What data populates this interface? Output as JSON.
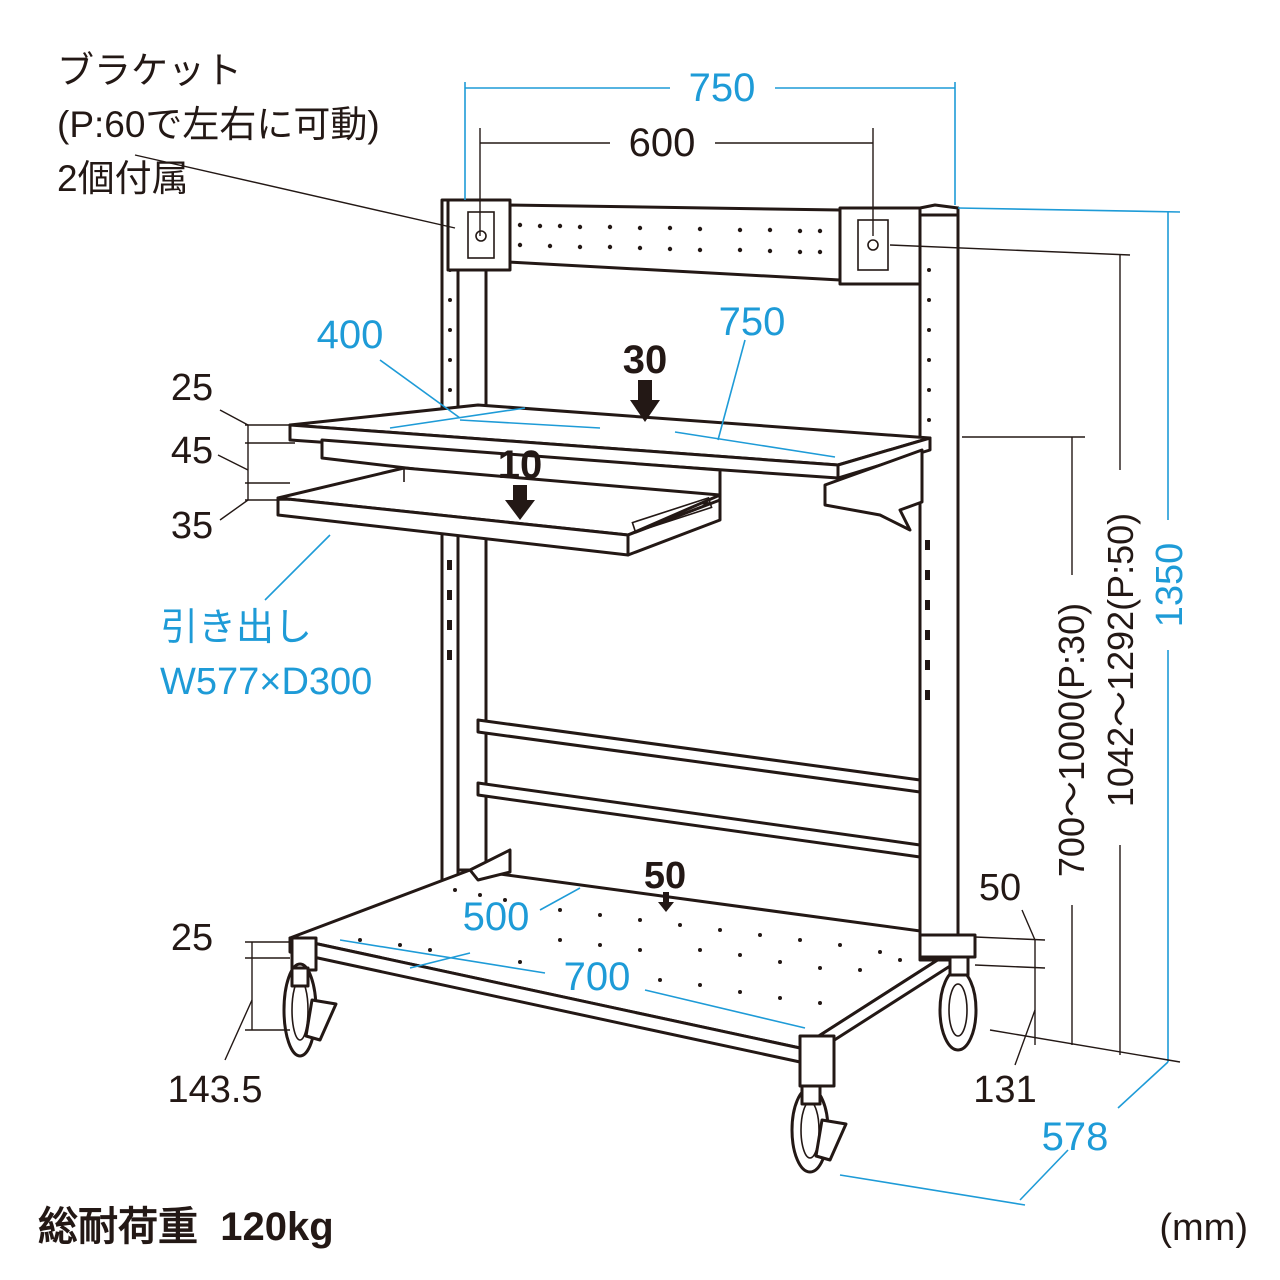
{
  "labels": {
    "bracket_line1": "ブラケット",
    "bracket_line2": "(P:60で左右に可動)",
    "bracket_line3": "2個付属",
    "width_total": "750",
    "bracket_span": "600",
    "shelf_depth": "400",
    "shelf_width": "750",
    "shelf_load": "30",
    "drawer_load": "10",
    "bottom_load": "50",
    "dim_25_top": "25",
    "dim_45": "45",
    "dim_35": "35",
    "drawer_line1": "引き出し",
    "drawer_line2": "W577×D300",
    "bottom_depth": "500",
    "bottom_width": "700",
    "height_shelf": "700〜1000(P:30)",
    "height_bracket": "1042〜1292(P:50)",
    "height_total": "1350",
    "dim_25_bottom": "25",
    "caster_height": "143.5",
    "dim_50": "50",
    "dim_131": "131",
    "depth_total": "578",
    "total_load": "総耐荷重  120kg",
    "unit": "(mm)"
  },
  "colors": {
    "dimension_blue": "#1e9bd7",
    "line_dark": "#231815",
    "background": "#ffffff"
  },
  "icons": {
    "load_arrow": "down-arrow-icon",
    "caster": "caster-wheel-icon"
  }
}
